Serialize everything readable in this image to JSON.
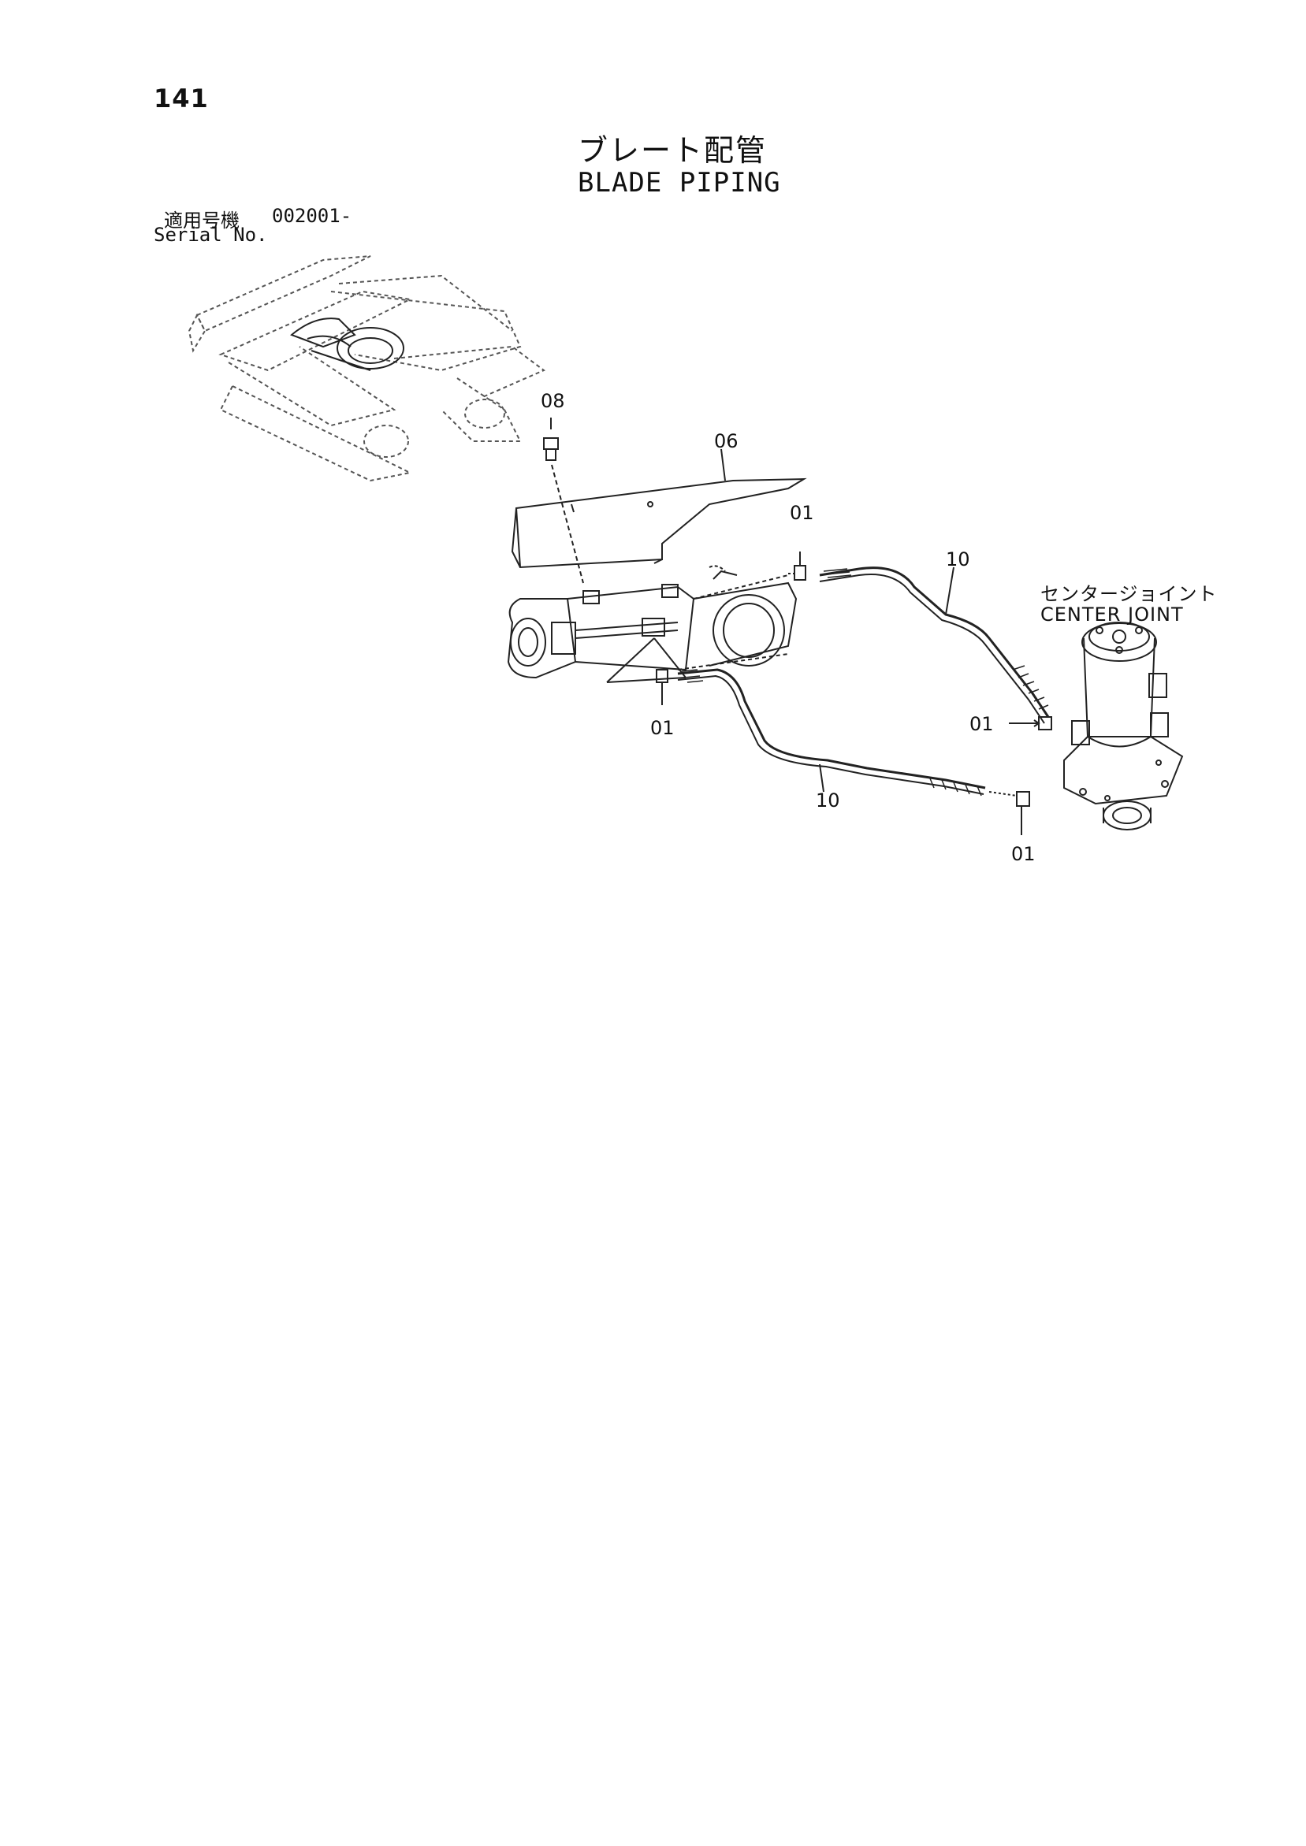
{
  "header": {
    "page_number": "141",
    "title_jp": "ブレート配管",
    "title_en": "BLADE PIPING"
  },
  "serial": {
    "label_jp": "適用号機",
    "value": "002001-",
    "label_en": "Serial No."
  },
  "callouts": {
    "bolt": "08",
    "cover": "06",
    "fitting_top": "01",
    "hose_top": "10",
    "fitting_bottom_left": "01",
    "fitting_joint": "01",
    "hose_bottom": "10",
    "fitting_bottom_right": "01"
  },
  "center_joint": {
    "label_jp": "センタージョイント",
    "label_en": "CENTER JOINT"
  }
}
